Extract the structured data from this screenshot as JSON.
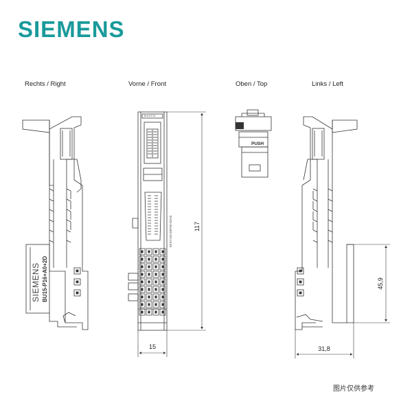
{
  "header": {
    "brand": "SIEMENS",
    "brand_color": "#1a9a9b"
  },
  "views": {
    "right": "Rechts / Right",
    "front": "Vorne / Front",
    "top": "Oben / Top",
    "left": "Links / Left"
  },
  "labels": {
    "side_brand": "SIEMENS",
    "part_number": "BU15-P16+A0+2D",
    "push": "PUSH"
  },
  "dimensions": {
    "height": "117",
    "front_width": "15",
    "side_width": "31,8",
    "terminal_height": "45,9"
  },
  "footer": {
    "note": "图片仅供参考"
  }
}
